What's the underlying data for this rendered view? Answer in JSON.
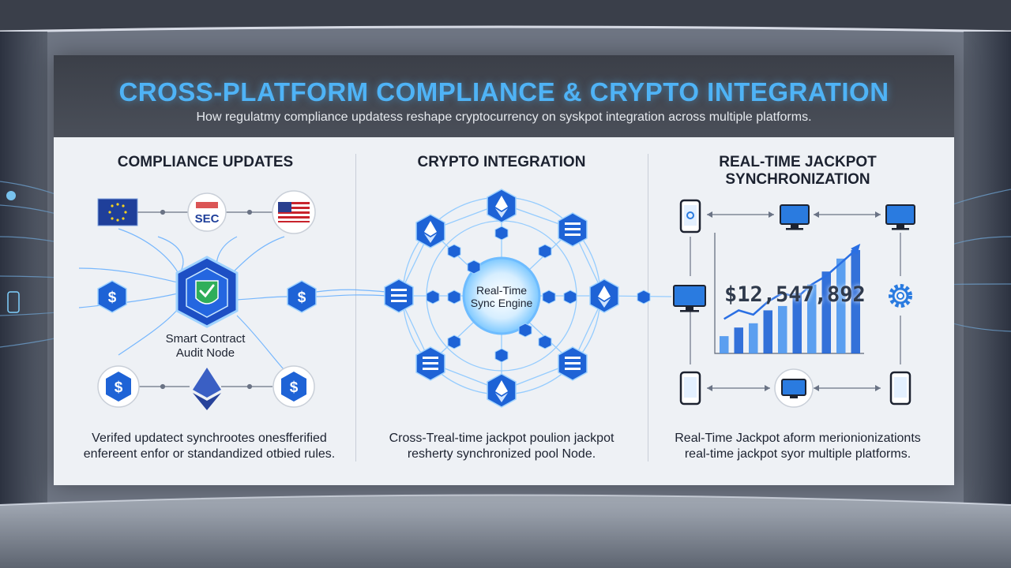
{
  "header": {
    "title": "CROSS-PLATFORM COMPLIANCE & CRYPTO INTEGRATION",
    "subtitle": "How regulatmy compliance updatess reshape cryptocurrency on syskpot integration across multiple platforms."
  },
  "columns": [
    {
      "title": "COMPLIANCE UPDATES",
      "node_label_line1": "Smart Contract",
      "node_label_line2": "Audit Node",
      "sec_badge": "SEC",
      "caption_line1": "Verifed updatect synchrootes onesfferified",
      "caption_line2": "enfereent enfor or standandized otbied rules."
    },
    {
      "title": "CRYPTO INTEGRATION",
      "engine_label_line1": "Real-Time",
      "engine_label_line2": "Sync Engine",
      "caption_line1": "Cross-Treal-time jackpot poulion jackpot",
      "caption_line2": "resherty synchronized pool Node."
    },
    {
      "title_line1": "REAL-TIME JACKPOT",
      "title_line2": "SYNCHRONIZATION",
      "jackpot_value": "$12,547,892",
      "caption_line1": "Real-Time Jackpot aform merionionizationts",
      "caption_line2": "real-time jackpot syor multiple platforms."
    }
  ],
  "colors": {
    "accent": "#4fb3f6",
    "node_blue": "#1e63d6",
    "glow": "#7cc8ff",
    "dark_text": "#1c2230"
  },
  "icons": [
    "eu-flag-icon",
    "sec-seal-icon",
    "us-flag-icon",
    "shield-check-icon",
    "dollar-coin-icon",
    "ethereum-icon",
    "solana-icon",
    "phone-icon",
    "monitor-icon",
    "gear-icon"
  ],
  "chart_data": {
    "type": "bar",
    "values": [
      2,
      3,
      3.5,
      5,
      5.5,
      7,
      8,
      9.5,
      11,
      12
    ],
    "trend": [
      4,
      5,
      4.5,
      6,
      7,
      6.5,
      8,
      9,
      10.5,
      12
    ],
    "ylim": [
      0,
      14
    ]
  }
}
